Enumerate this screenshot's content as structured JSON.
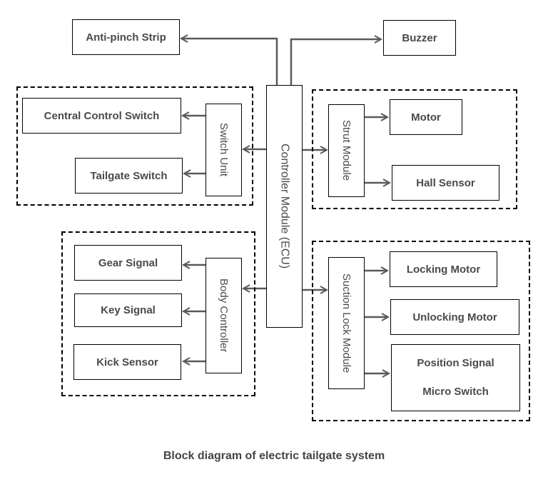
{
  "caption": "Block diagram of electric tailgate system",
  "ecu": {
    "label": "Controller Module (ECU)"
  },
  "top": {
    "anti_pinch": "Anti-pinch Strip",
    "buzzer": "Buzzer"
  },
  "switch_group": {
    "unit": "Switch Unit",
    "items": [
      "Central Control Switch",
      "Tailgate Switch"
    ]
  },
  "body_group": {
    "unit": "Body Controller",
    "items": [
      "Gear Signal",
      "Key Signal",
      "Kick Sensor"
    ]
  },
  "strut_group": {
    "unit": "Strut Module",
    "items": [
      "Motor",
      "Hall Sensor"
    ]
  },
  "lock_group": {
    "unit": "Suction Lock Module",
    "items": [
      "Locking Motor",
      "Unlocking Motor"
    ],
    "position": {
      "line1": "Position Signal",
      "line2": "Micro Switch"
    }
  },
  "colors": {
    "wire": "#5a5a5a",
    "text": "#4a4a4a",
    "border": "#000000"
  }
}
